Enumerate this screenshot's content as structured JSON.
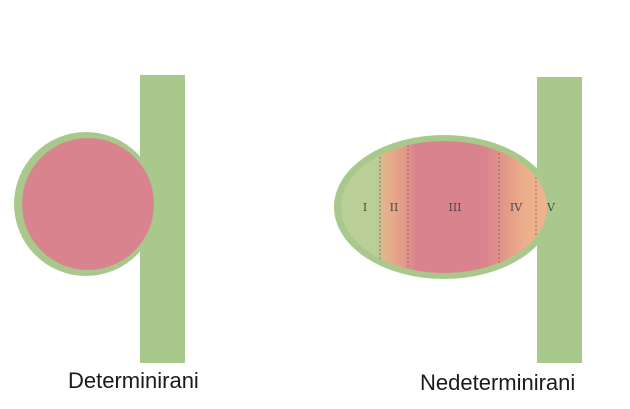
{
  "colors": {
    "stem": "#a9c98c",
    "stem_edge": "#9cbc7e",
    "tumor": "#d9838f",
    "zone_II_IV": "#e8a48a",
    "zone_V": "#eeb08c",
    "zone_I": "#b9cf95",
    "divider": "#8a6b7a",
    "background": "#ffffff"
  },
  "panels": {
    "determinate": {
      "label": "Determinirani"
    },
    "indeterminate": {
      "label": "Nedeterminirani",
      "zones": [
        "I",
        "II",
        "III",
        "IV",
        "V"
      ]
    }
  }
}
